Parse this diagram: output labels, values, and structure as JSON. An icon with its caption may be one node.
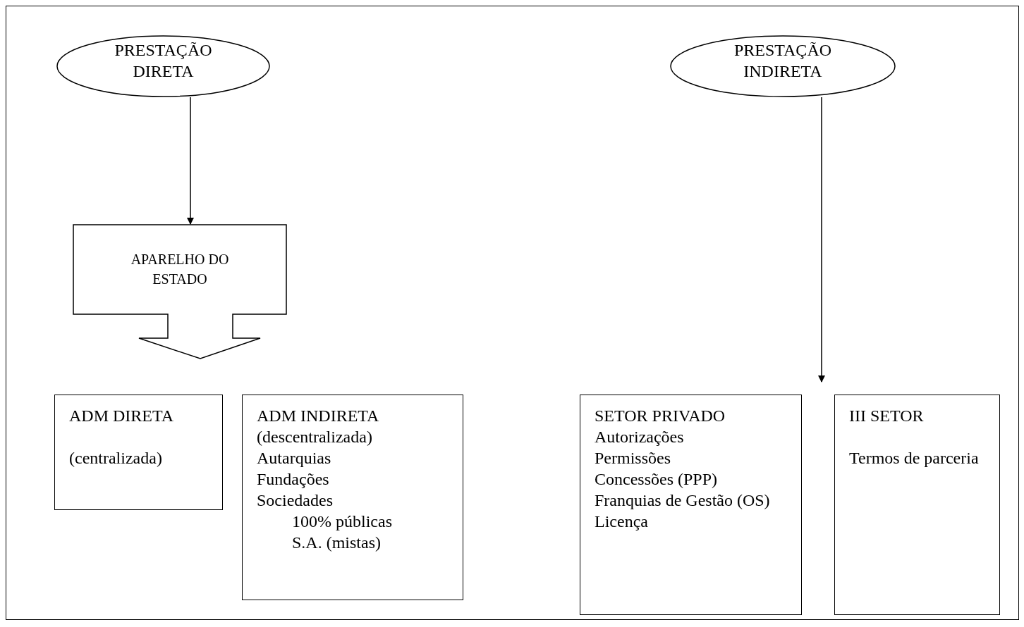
{
  "diagram": {
    "nodes": [
      {
        "text": [
          "PRESTAÇÃO DIRETA"
        ]
      },
      {
        "text": [
          "PRESTAÇÃO INDIRETA"
        ]
      },
      {
        "text": [
          "APARELHO DO ESTADO"
        ]
      },
      {
        "text": [
          "ADM DIRETA",
          "(centralizada)"
        ]
      },
      {
        "text": [
          "ADM INDIRETA",
          "(descentralizada)",
          "Autarquias",
          "Fundações",
          "Sociedades",
          "100% públicas",
          "S.A. (mistas)"
        ]
      },
      {
        "text": [
          "SETOR PRIVADO",
          "Autorizações",
          "Permissões",
          "Concessões (PPP)",
          "Franquias de Gestão (OS)",
          "Licença"
        ]
      },
      {
        "text": [
          "III SETOR",
          "Termos de parceria"
        ]
      }
    ],
    "edges": [
      {
        "from": 0,
        "to": 2,
        "arrow": "to"
      },
      {
        "from": 1,
        "to": 5,
        "arrow": "to"
      }
    ]
  }
}
